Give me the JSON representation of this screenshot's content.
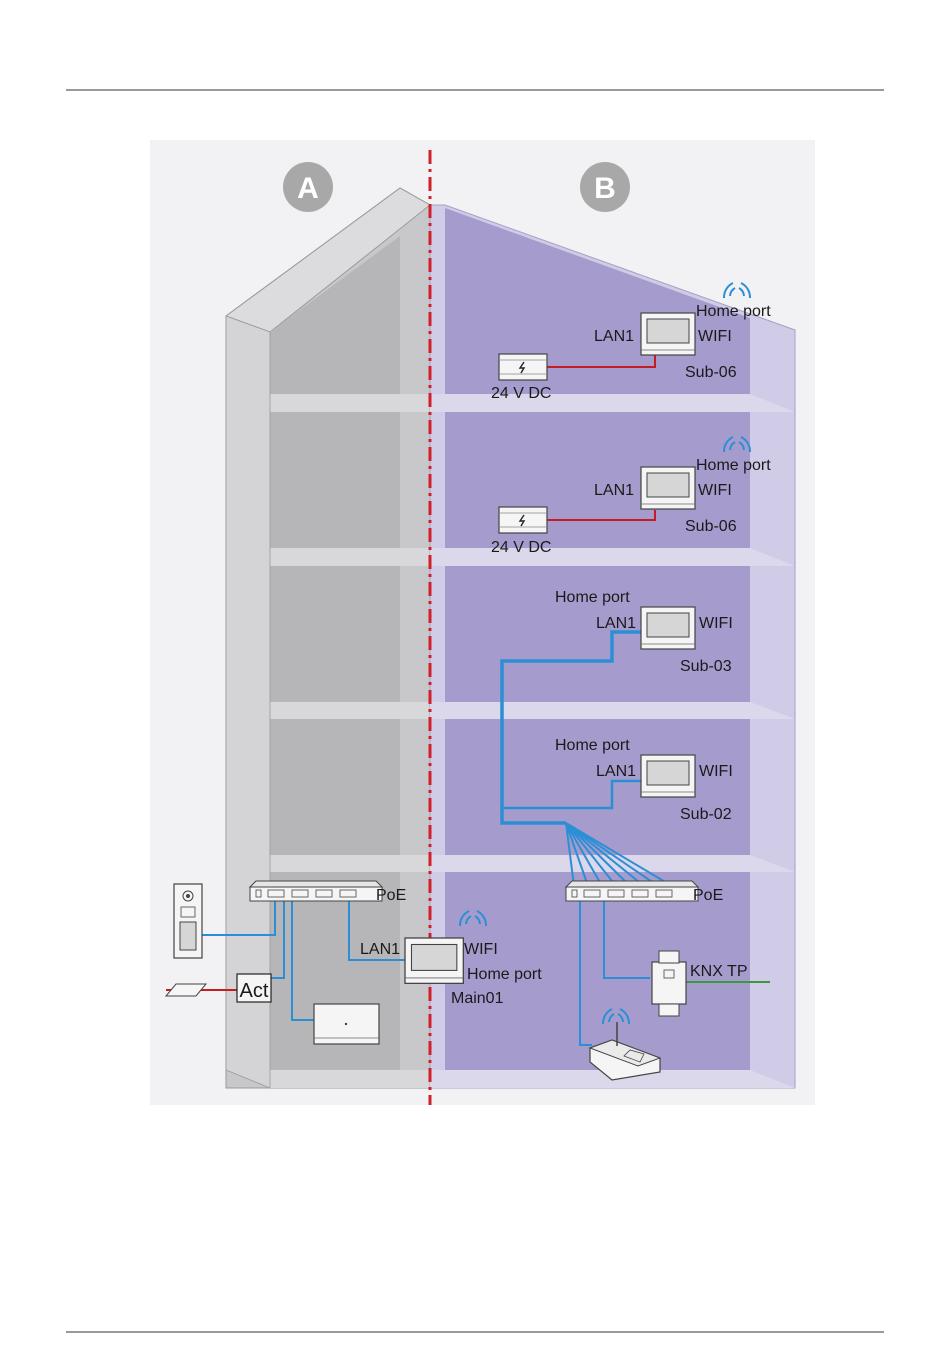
{
  "zones": {
    "a": "A",
    "b": "B"
  },
  "labels": {
    "home_port": "Home port",
    "lan1": "LAN1",
    "wifi": "WIFI",
    "dc": "24 V DC",
    "sub06": "Sub-06",
    "sub03": "Sub-03",
    "sub02": "Sub-02",
    "poe": "PoE",
    "main01": "Main01",
    "knx": "KNX TP",
    "act": "Act"
  },
  "colors": {
    "background": "#ffffff",
    "wall_gray": "#c8c8ca",
    "room_gray": "#b6b6b8",
    "wall_violet": "#d0cbe6",
    "room_violet": "#a59ccd",
    "divider": "#d0202a",
    "lan_cable": "#2c8fd6",
    "power_cable": "#c41c24",
    "knx_cable": "#3a9a3a",
    "wifi": "#2c8fd6",
    "circle": "#a8a8a8"
  },
  "icons": {
    "monitor": "indoor-monitor-icon",
    "power_supply": "power-supply-icon",
    "switch": "poe-switch-icon",
    "router": "wifi-router-icon",
    "outdoor": "outdoor-station-icon",
    "actuator": "actuator-icon",
    "knx_module": "knx-ip-module-icon",
    "wifi": "wifi-signal-icon"
  }
}
